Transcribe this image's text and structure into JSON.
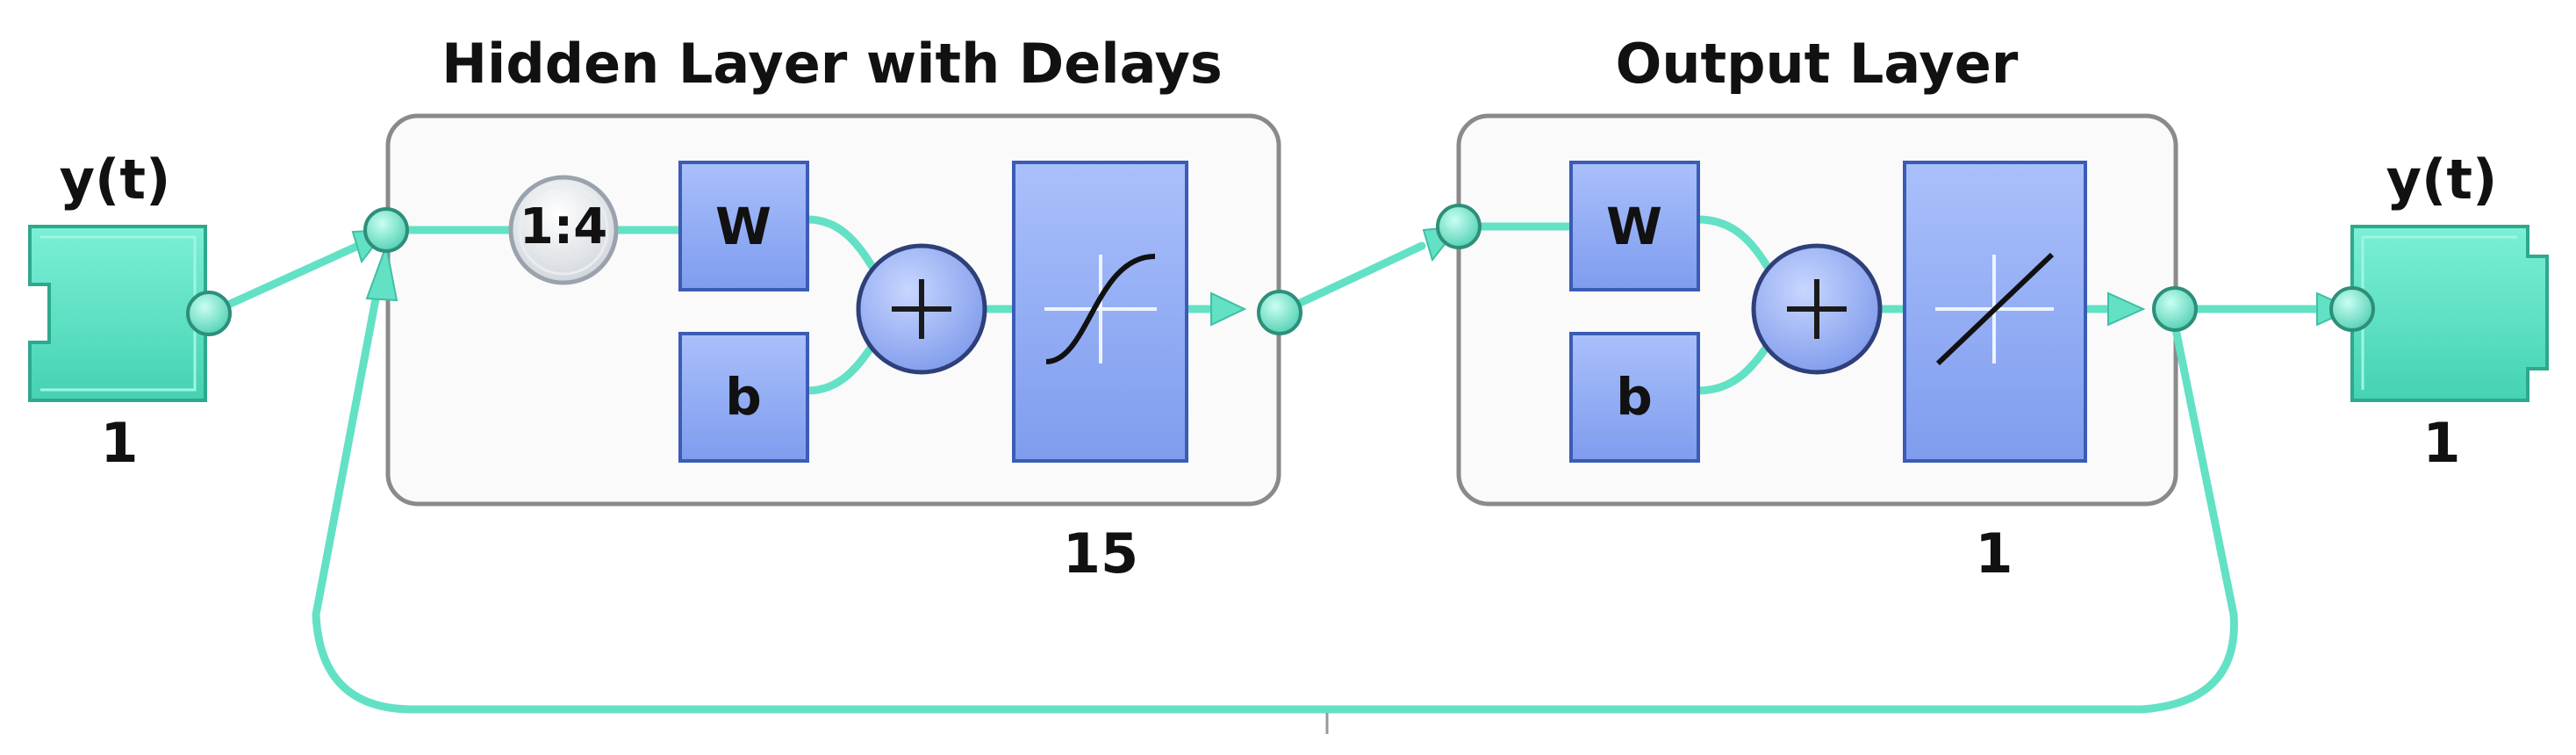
{
  "hidden_layer": {
    "title": "Hidden Layer with Delays",
    "delay_label": "1:4",
    "weight_label": "W",
    "bias_label": "b",
    "size_label": "15",
    "transfer": "tansig"
  },
  "output_layer": {
    "title": "Output Layer",
    "weight_label": "W",
    "bias_label": "b",
    "size_label": "1",
    "transfer": "purelin"
  },
  "input": {
    "label": "y(t)",
    "size_label": "1"
  },
  "output": {
    "label": "y(t)",
    "size_label": "1"
  },
  "colors": {
    "io_block": "#58e3c4",
    "io_block_dark": "#2ea98d",
    "block_fill": "#93aef5",
    "block_edge": "#3b5bb5",
    "connection": "#63e1c5",
    "layer_border": "#8a8a8a"
  }
}
